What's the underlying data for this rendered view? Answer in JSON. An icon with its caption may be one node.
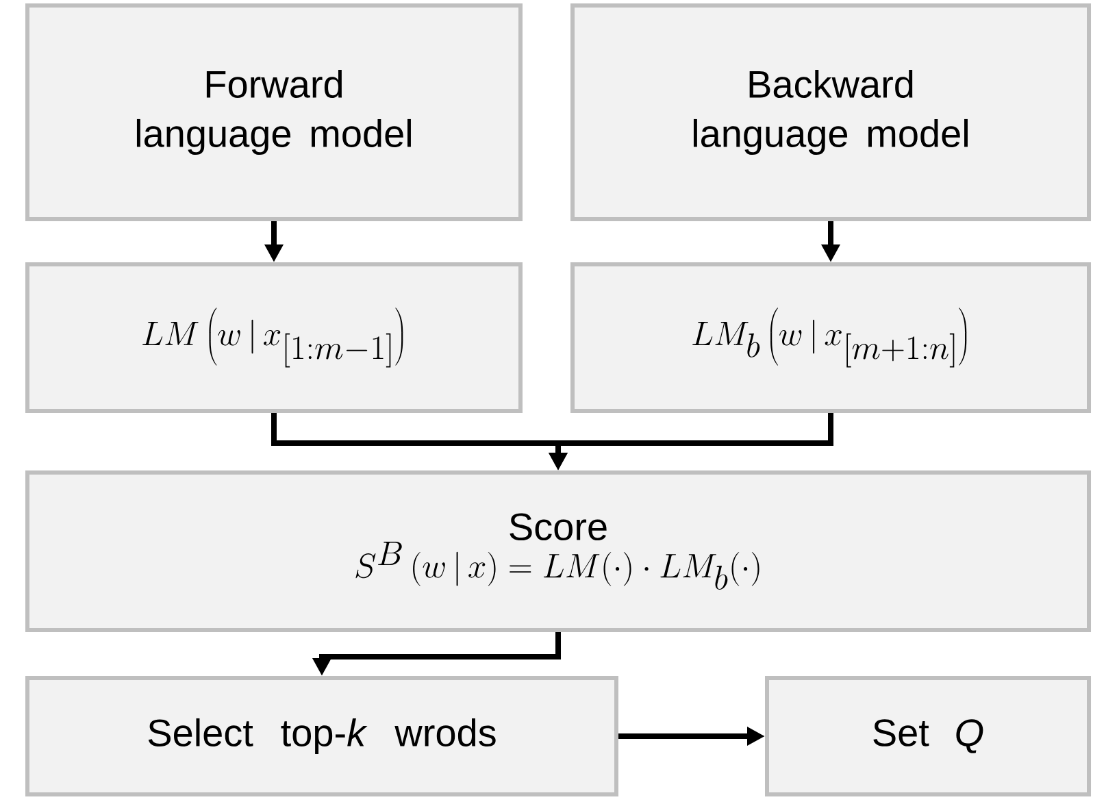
{
  "diagram": {
    "nodes": [
      {
        "text": [
          "Forward language model"
        ]
      },
      {
        "text": [
          "Backward language model"
        ]
      },
      {
        "text": [
          "LM\\left(w\\,|\\,x_{[1:m-1]}\\right)"
        ]
      },
      {
        "text": [
          "LM_{b}\\left(w\\,|\\,x_{[m+1:n]}\\right)"
        ]
      },
      {
        "text": [
          "Score",
          "S^{B}\\left(w\\,|\\,x\\right) = LM(\\cdot)\\cdot LM_{b}(\\cdot)"
        ]
      },
      {
        "text": [
          "Select top-*k* wrods"
        ]
      },
      {
        "text": [
          "Set *Q*"
        ]
      }
    ],
    "edges": [
      {
        "from": 0,
        "to": 2,
        "arrow": "to"
      },
      {
        "from": 1,
        "to": 3,
        "arrow": "to"
      },
      {
        "from": 2,
        "to": 4,
        "arrow": "to"
      },
      {
        "from": 3,
        "to": 4,
        "arrow": "to"
      },
      {
        "from": 4,
        "to": 5,
        "arrow": "to"
      },
      {
        "from": 5,
        "to": 6,
        "arrow": "to"
      }
    ]
  }
}
